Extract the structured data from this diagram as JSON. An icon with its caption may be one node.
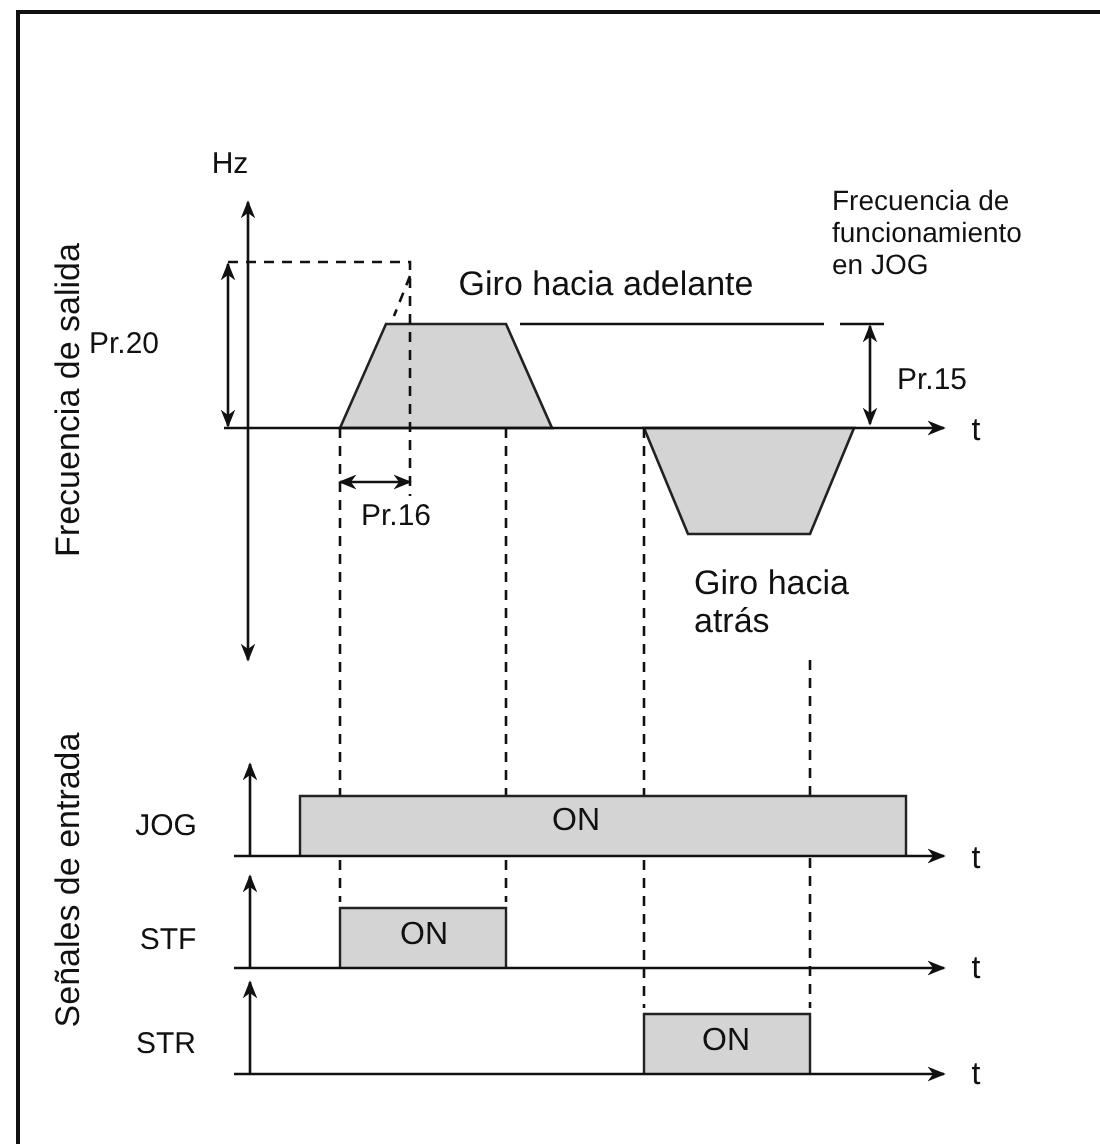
{
  "diagram": {
    "labels": [
      "Hz",
      "Frecuencia de funcionamiento en JOG",
      "Giro hacia adelante",
      "Pr.20",
      "Pr.15",
      "t",
      "Pr.16",
      "Giro hacia atrás",
      "Frecuencia de salida",
      "Señales de entrada",
      "JOG",
      "ON",
      "t",
      "STF",
      "ON",
      "t",
      "STR",
      "ON",
      "t"
    ]
  }
}
